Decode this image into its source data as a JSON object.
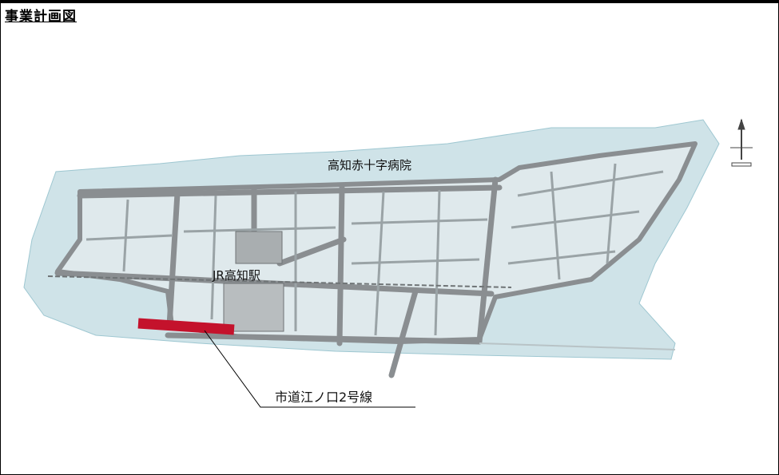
{
  "title": "事業計画図",
  "labels": {
    "hospital": "高知赤十字病院",
    "station": "JR高知駅",
    "road": "市道江ノ口2号線"
  },
  "colors": {
    "road_highlight": "#c4122c",
    "map_blue": "#9ec7d1",
    "street_gray": "#8a8e91",
    "frame": "#000000"
  },
  "icons": [
    "north-arrow-icon"
  ]
}
